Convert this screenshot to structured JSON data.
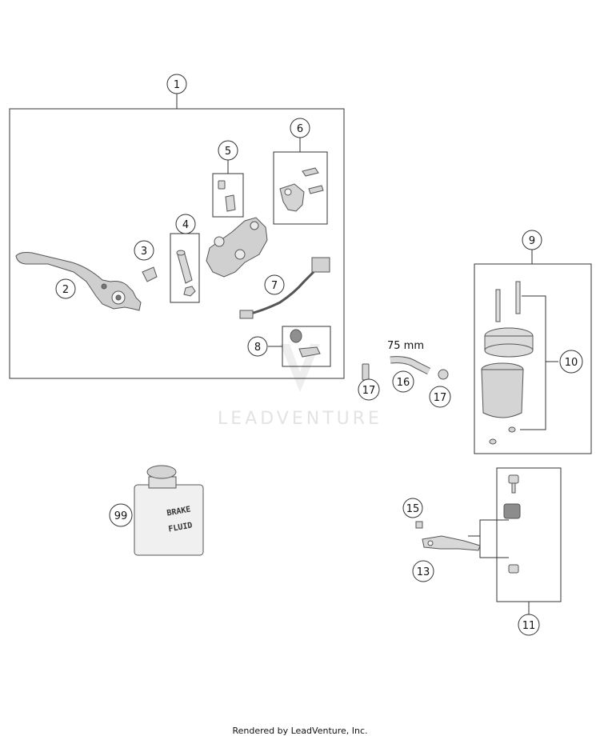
{
  "diagram": {
    "callouts": [
      "1",
      "2",
      "3",
      "4",
      "5",
      "6",
      "7",
      "8",
      "9",
      "10",
      "11",
      "13",
      "15",
      "16",
      "17",
      "99"
    ],
    "dimension_label": "75 mm",
    "bottle_text_line1": "BRAKE",
    "bottle_text_line2": "FLUID",
    "watermark": "LEADVENTURE"
  },
  "footer": {
    "text": "Rendered by LeadVenture, Inc."
  }
}
